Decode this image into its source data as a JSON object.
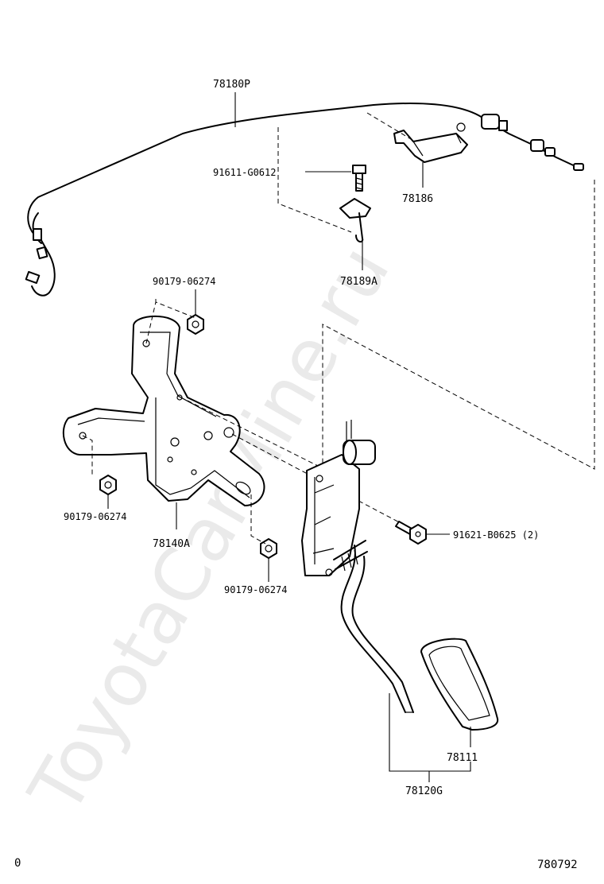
{
  "labels": {
    "cable": "78180P",
    "cable_bracket": "78186",
    "bolt_top": "91611-G0612",
    "clip": "78189A",
    "nut_top": "90179-06274",
    "nut_left": "90179-06274",
    "nut_bottom": "90179-06274",
    "pedal_bracket": "78140A",
    "bolt_right": "91621-B0625 (2)",
    "pedal_pad": "78111",
    "pedal_assy": "78120G"
  },
  "corner_left": "0",
  "corner_right": "780792",
  "watermark": "ToyotaCarMine.ru"
}
